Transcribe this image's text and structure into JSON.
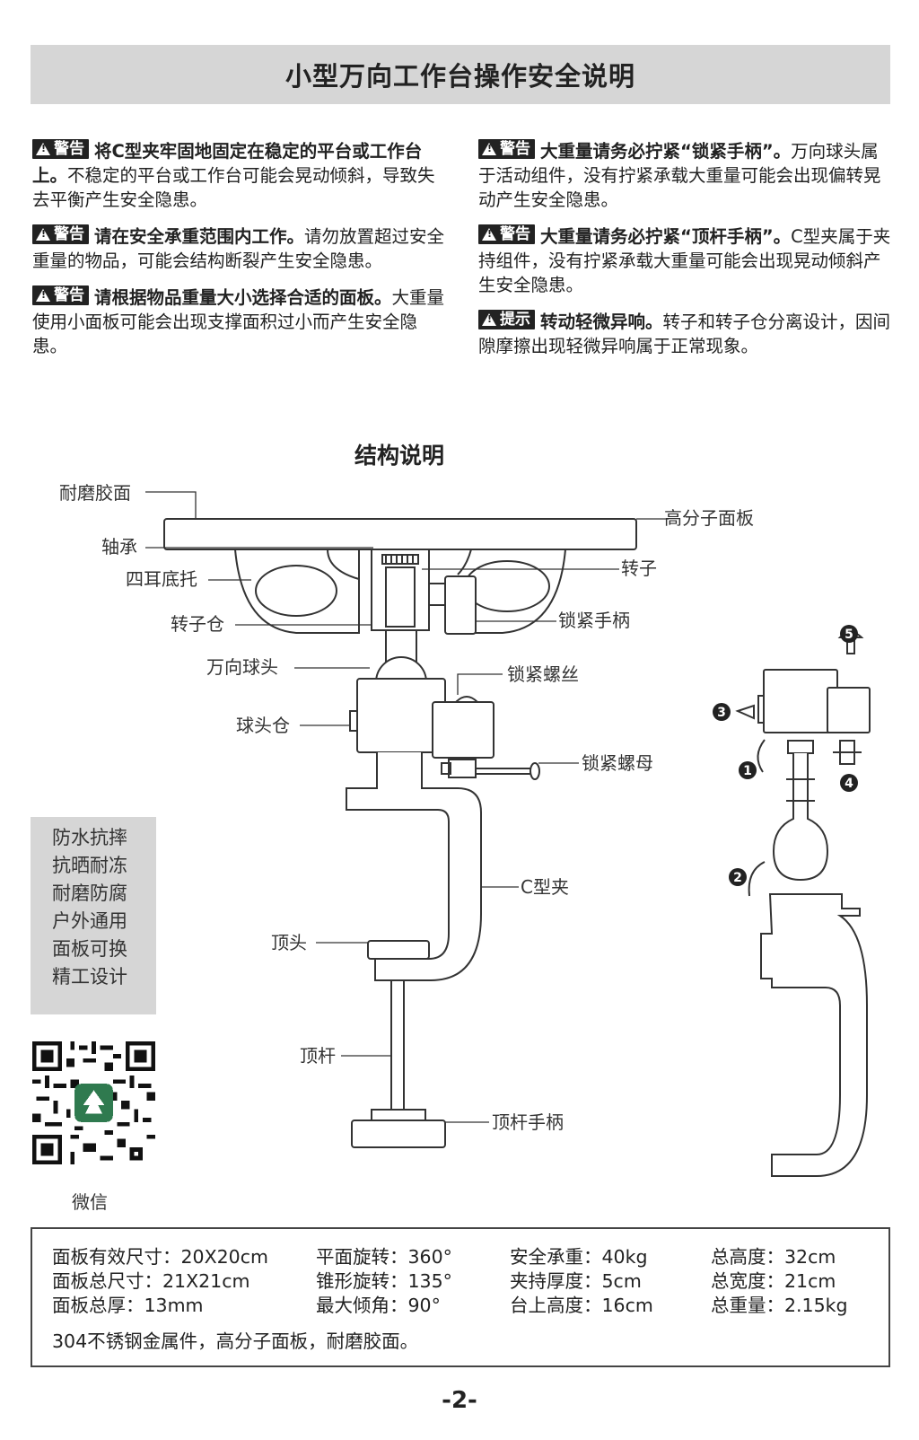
{
  "title": "小型万向工作台操作安全说明",
  "warnings_left": [
    {
      "badge": "警告",
      "lead": "将C型夹牢固地固定在稳定的平台或工作台上。",
      "body": "不稳定的平台或工作台可能会晃动倾斜，导致失去平衡产生安全隐患。"
    },
    {
      "badge": "警告",
      "lead": "请在安全承重范围内工作。",
      "body": "请勿放置超过安全重量的物品，可能会结构断裂产生安全隐患。"
    },
    {
      "badge": "警告",
      "lead": "请根据物品重量大小选择合适的面板。",
      "body": "大重量使用小面板可能会出现支撑面积过小而产生安全隐患。"
    }
  ],
  "warnings_right": [
    {
      "badge": "警告",
      "lead": "大重量请务必拧紧“锁紧手柄”。",
      "body": "万向球头属于活动组件，没有拧紧承载大重量可能会出现偏转晃动产生安全隐患。"
    },
    {
      "badge": "警告",
      "lead": "大重量请务必拧紧“顶杆手柄”。",
      "body": "C型夹属于夹持组件，没有拧紧承载大重量可能会出现晃动倾斜产生安全隐患。"
    },
    {
      "badge": "提示",
      "lead": "转动轻微异响。",
      "body": "转子和转子仓分离设计，因间隙摩擦出现轻微异响属于正常现象。"
    }
  ],
  "structure_title": "结构说明",
  "parts": {
    "wear_surface": "耐磨胶面",
    "polymer_panel": "高分子面板",
    "bearing": "轴承",
    "rotor": "转子",
    "base_bracket": "四耳底托",
    "rotor_housing": "转子仓",
    "lock_handle": "锁紧手柄",
    "ball_head": "万向球头",
    "lock_screw": "锁紧螺丝",
    "ball_housing": "球头仓",
    "lock_nut": "锁紧螺母",
    "c_clamp": "C型夹",
    "top_head": "顶头",
    "top_rod": "顶杆",
    "rod_handle": "顶杆手柄"
  },
  "assembly_steps": [
    "1",
    "2",
    "3",
    "4",
    "5"
  ],
  "features": [
    "防水抗摔",
    "抗晒耐冻",
    "耐磨防腐",
    "户外通用",
    "面板可换",
    "精工设计"
  ],
  "qr_caption": "微信",
  "specs": {
    "col1": [
      "面板有效尺寸：20X20cm",
      "面板总尺寸：21X21cm",
      "面板总厚：13mm"
    ],
    "col2": [
      "平面旋转：360°",
      "锥形旋转：135°",
      "最大倾角：90°"
    ],
    "col3": [
      "安全承重：40kg",
      "夹持厚度：5cm",
      "台上高度：16cm"
    ],
    "col4": [
      "总高度：32cm",
      "总宽度：21cm",
      "总重量：2.15kg"
    ],
    "note": "304不锈钢金属件，高分子面板，耐磨胶面。"
  },
  "page_number": "-2-"
}
